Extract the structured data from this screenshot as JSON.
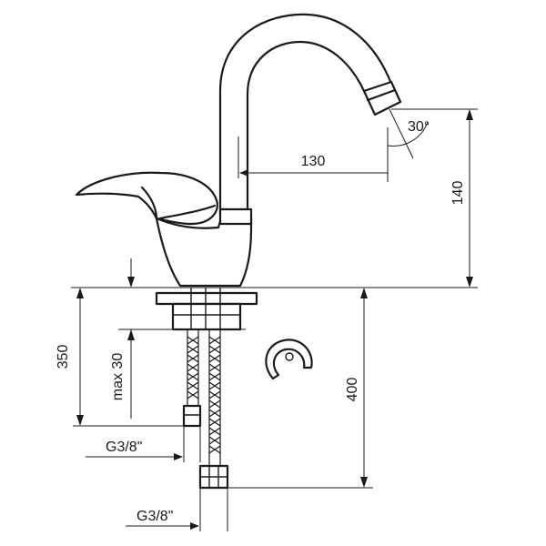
{
  "diagram": {
    "labels": {
      "reach": "130",
      "angle": "30°",
      "spout_height": "140",
      "depth_350": "350",
      "max_thickness": "max 30",
      "depth_400": "400",
      "thread_upper": "G3/8\"",
      "thread_lower": "G3/8\""
    }
  }
}
